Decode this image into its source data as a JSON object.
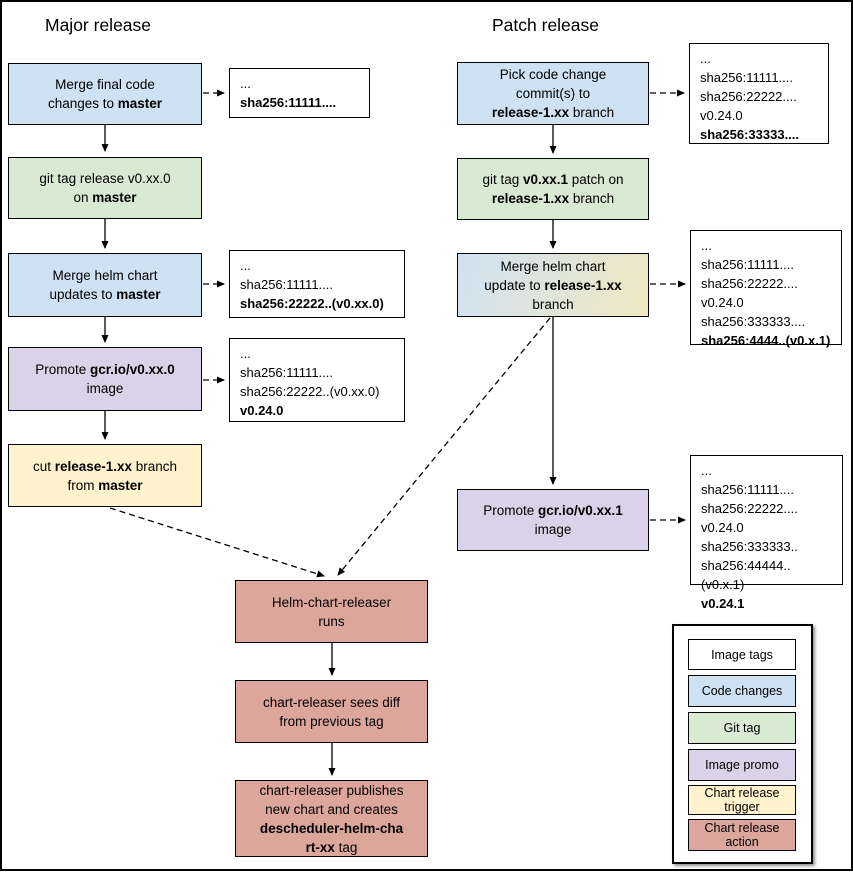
{
  "titles": {
    "major": "Major release",
    "patch": "Patch release"
  },
  "colors": {
    "blue": "#cfe2f3",
    "green": "#d9ead3",
    "purple": "#d9d2e9",
    "yellow": "#fff2cc",
    "pink": "#dda69d",
    "white": "#ffffff",
    "border": "#000000",
    "gradient_from": "#cfe2f3",
    "gradient_to": "#f0e8c1"
  },
  "flow": {
    "m1": {
      "segments": [
        {
          "t": "Merge final code\nchanges to "
        },
        {
          "t": "master",
          "b": true
        }
      ]
    },
    "m2": {
      "segments": [
        {
          "t": "git tag release v0.xx.0\non "
        },
        {
          "t": "master",
          "b": true
        }
      ]
    },
    "m3": {
      "segments": [
        {
          "t": "Merge helm chart\nupdates to "
        },
        {
          "t": "master",
          "b": true
        }
      ]
    },
    "m4": {
      "segments": [
        {
          "t": "Promote "
        },
        {
          "t": "gcr.io/v0.xx.0",
          "b": true
        },
        {
          "t": "\nimage"
        }
      ]
    },
    "m5": {
      "segments": [
        {
          "t": "cut "
        },
        {
          "t": "release-1.xx",
          "b": true
        },
        {
          "t": " branch\nfrom "
        },
        {
          "t": "master",
          "b": true
        }
      ]
    },
    "p1": {
      "segments": [
        {
          "t": "Pick code change\ncommit(s) to\n"
        },
        {
          "t": "release-1.xx",
          "b": true
        },
        {
          "t": " branch"
        }
      ]
    },
    "p2": {
      "segments": [
        {
          "t": "git tag "
        },
        {
          "t": "v0.xx.1",
          "b": true
        },
        {
          "t": " patch on\n"
        },
        {
          "t": "release-1.xx",
          "b": true
        },
        {
          "t": " branch"
        }
      ]
    },
    "p3": {
      "segments": [
        {
          "t": "Merge helm chart\nupdate to "
        },
        {
          "t": "release-1.xx",
          "b": true
        },
        {
          "t": "\nbranch"
        }
      ]
    },
    "p4": {
      "segments": [
        {
          "t": "Promote "
        },
        {
          "t": "gcr.io/v0.xx.1",
          "b": true
        },
        {
          "t": "\nimage"
        }
      ]
    },
    "c1": {
      "segments": [
        {
          "t": "Helm-chart-releaser\nruns"
        }
      ]
    },
    "c2": {
      "segments": [
        {
          "t": "chart-releaser sees diff\nfrom previous tag"
        }
      ]
    },
    "c3": {
      "segments": [
        {
          "t": "chart-releaser publishes\nnew chart and creates\n"
        },
        {
          "t": "descheduler-helm-cha\nrt-xx",
          "b": true
        },
        {
          "t": " tag"
        }
      ]
    }
  },
  "notes": {
    "n1": {
      "lines": [
        {
          "t": "..."
        },
        {
          "t": "sha256:11111....",
          "b": true
        }
      ]
    },
    "n2": {
      "lines": [
        {
          "t": "..."
        },
        {
          "t": "sha256:11111...."
        },
        {
          "t": "sha256:22222..(v0.xx.0)",
          "b": true
        }
      ]
    },
    "n3": {
      "lines": [
        {
          "t": "..."
        },
        {
          "t": "sha256:11111...."
        },
        {
          "t": "sha256:22222..(v0.xx.0)"
        },
        {
          "t": "v0.24.0",
          "b": true
        }
      ]
    },
    "pn1": {
      "lines": [
        {
          "t": "..."
        },
        {
          "t": "sha256:11111...."
        },
        {
          "t": "sha256:22222...."
        },
        {
          "t": "v0.24.0"
        },
        {
          "t": "sha256:33333....",
          "b": true
        }
      ]
    },
    "pn2": {
      "lines": [
        {
          "t": "..."
        },
        {
          "t": "sha256:11111...."
        },
        {
          "t": "sha256:22222...."
        },
        {
          "t": "v0.24.0"
        },
        {
          "t": "sha256:333333...."
        },
        {
          "t": "sha256:4444..(v0.x.1)",
          "b": true
        }
      ]
    },
    "pn3": {
      "lines": [
        {
          "t": "..."
        },
        {
          "t": "sha256:11111...."
        },
        {
          "t": "sha256:22222...."
        },
        {
          "t": "v0.24.0"
        },
        {
          "t": "sha256:333333.."
        },
        {
          "t": "sha256:44444..(v0.x.1)"
        },
        {
          "t": "v0.24.1",
          "b": true
        }
      ]
    }
  },
  "legend": {
    "items": [
      {
        "label": "Image tags",
        "color": "white"
      },
      {
        "label": "Code changes",
        "color": "blue"
      },
      {
        "label": "Git tag",
        "color": "green"
      },
      {
        "label": "Image promo",
        "color": "purple"
      },
      {
        "label": "Chart release trigger",
        "color": "yellow"
      },
      {
        "label": "Chart release action",
        "color": "pink"
      }
    ]
  }
}
